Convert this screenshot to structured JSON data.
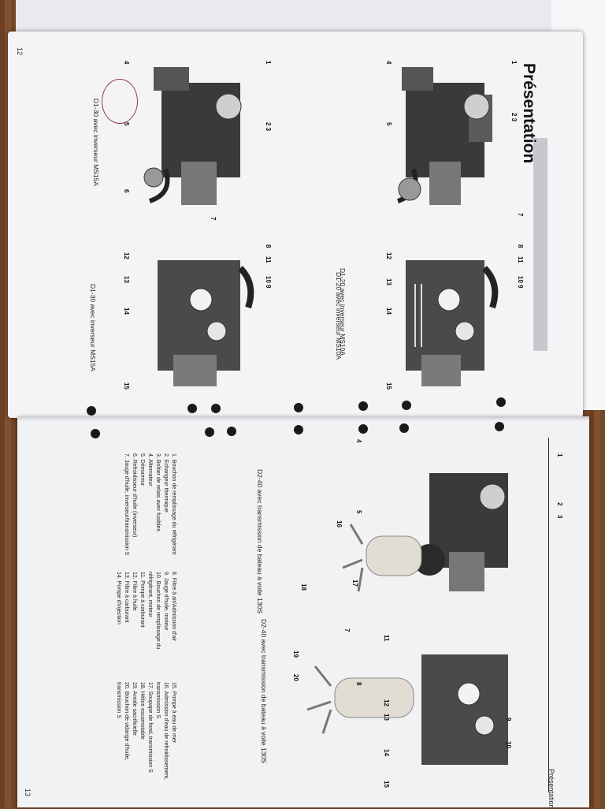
{
  "left_page": {
    "page_number": "12",
    "title": "Présentation",
    "figures": [
      {
        "caption": "D1-20 avec inverseur MS10A",
        "callouts": [
          "1",
          "2 3",
          "4",
          "5",
          "7"
        ]
      },
      {
        "caption": "D1-20 avec inverseur MS10A",
        "callouts": [
          "8",
          "11",
          "10 9",
          "12",
          "13",
          "14",
          "15"
        ]
      },
      {
        "caption": "D1-30 avec inverseur MS15A",
        "callouts": [
          "1",
          "2 3",
          "4",
          "5",
          "6",
          "7"
        ]
      },
      {
        "caption": "D1-30 avec inverseur MS15A",
        "callouts": [
          "8",
          "11",
          "10 9",
          "12",
          "13",
          "14",
          "15"
        ]
      }
    ]
  },
  "right_page": {
    "page_number": "13",
    "header": "Présentation",
    "figures": [
      {
        "caption": "D2-40 avec transmission de bateau à voile 130S",
        "callouts": [
          "1",
          "2",
          "3",
          "4",
          "5",
          "16",
          "17",
          "18"
        ]
      },
      {
        "caption": "D2-40 avec transmission de bateau à voile 130S",
        "callouts": [
          "7",
          "11",
          "8",
          "19",
          "20",
          "12",
          "13",
          "9",
          "10",
          "14",
          "15"
        ]
      }
    ],
    "legend": {
      "col1": [
        "1. Bouchon de remplissage du réfrigérant",
        "2. Echangeur thermique",
        "3. Boîtier de relais avec fusibles",
        "4. Alternateur",
        "5. Démarreur",
        "6. Refroidisseur d'huile (inverseur)",
        "7. Jauge d'huile, inverseur/transmission S"
      ],
      "col2": [
        "8. Filtre à air/Admission d'air",
        "9. Jauge d'huile, moteur",
        "10. Bouchon de remplissage du",
        "    réfrigérant, moteur",
        "11. Pompe à carburant",
        "12. Filtre à huile",
        "13. Filtre à carburant",
        "14. Pompe d'injection"
      ],
      "col3": [
        "15. Pompe à eau de mer",
        "16. Admission d'eau de refroidissement,",
        "    transmission S",
        "17. Soupape de fond, transmission S",
        "18. Hélice escamotable",
        "19. Anode sacrificielle",
        "20. Bouchon de vidange d'huile,",
        "    transmission S"
      ]
    }
  },
  "colors": {
    "page": "#f4f4f6",
    "engine_dark": "#2a2a2a",
    "engine_gray": "#6d6d6d",
    "gray_bar": "#c8c8cc",
    "wood": "#7a4a2c"
  }
}
